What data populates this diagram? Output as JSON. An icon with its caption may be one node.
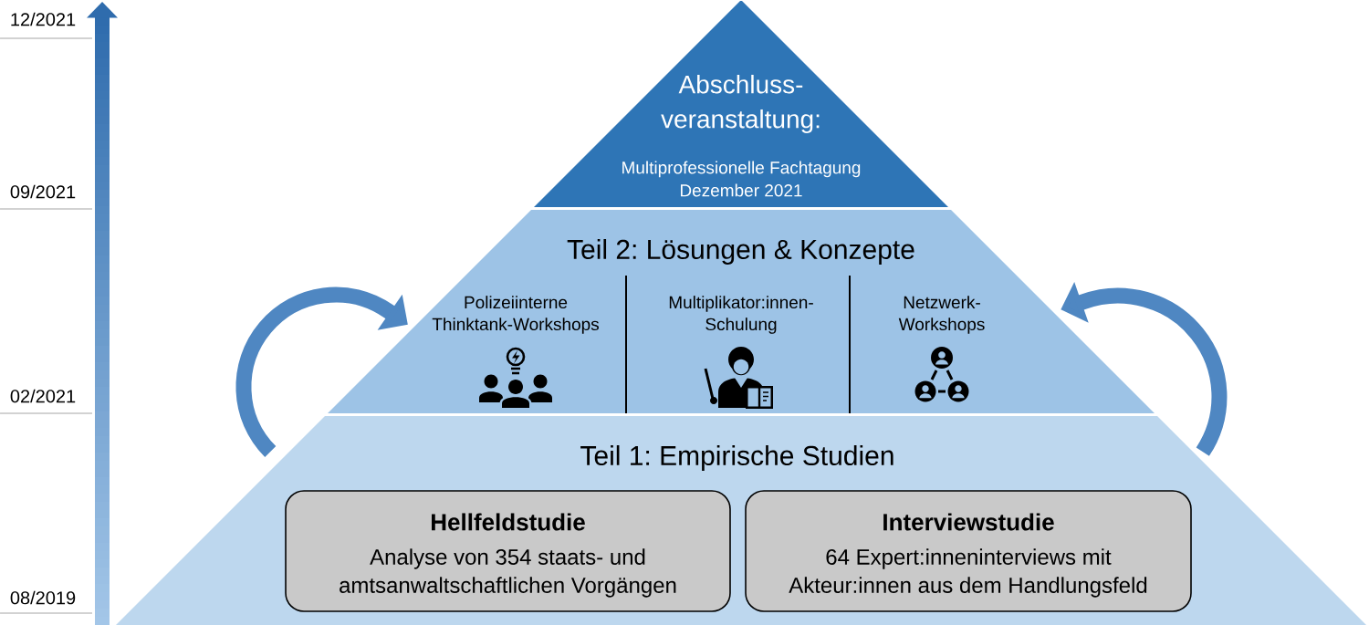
{
  "diagram": {
    "nodes": [
      {
        "text": [
          "Abschluss- veranstaltung:",
          "Multiprofessionelle Fachtagung Dezember 2021"
        ]
      },
      {
        "text": [
          "Teil 2: Lösungen & Konzepte"
        ]
      },
      {
        "text": [
          "Polizeiinterne Thinktank-Workshops"
        ],
        "in": 1
      },
      {
        "text": [
          "Multiplikator:innen- Schulung"
        ],
        "in": 1
      },
      {
        "text": [
          "Netzwerk- Workshops"
        ],
        "in": 1
      },
      {
        "text": [
          "Teil 1: Empirische Studien"
        ]
      },
      {
        "text": [
          "Hellfeldstudie",
          "Analyse von 354 staats- und amtsanwaltschaftlichen Vorgängen"
        ],
        "in": 5
      },
      {
        "text": [
          "Interviewstudie",
          "64 Expert:inneninterviews mit Akteur:innen aus dem Handlungsfeld"
        ],
        "in": 5
      }
    ],
    "edges": [
      {
        "from": 5,
        "to": 1,
        "arrow": "to"
      },
      {
        "from": 5,
        "to": 1,
        "arrow": "to"
      }
    ],
    "labels": [
      "12/2021",
      "09/2021",
      "02/2021",
      "08/2019"
    ]
  }
}
